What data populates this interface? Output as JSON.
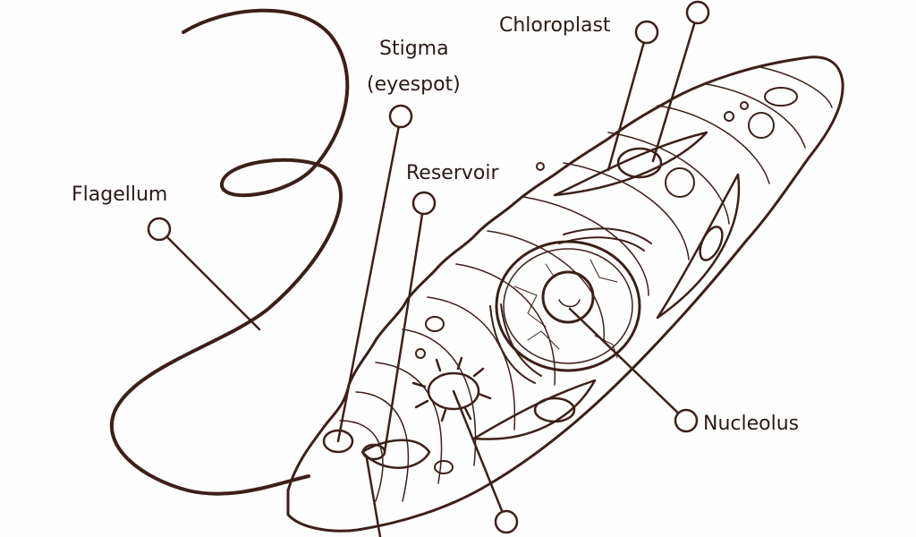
{
  "colors": {
    "ink": "#3d1f19",
    "background": "#fefefe"
  },
  "labels": {
    "chloroplast": "Chloroplast",
    "stigma": "Stigma",
    "eyespot": "(eyespot)",
    "reservoir": "Reservoir",
    "flagellum": "Flagellum",
    "nucleolus": "Nucleolus"
  }
}
